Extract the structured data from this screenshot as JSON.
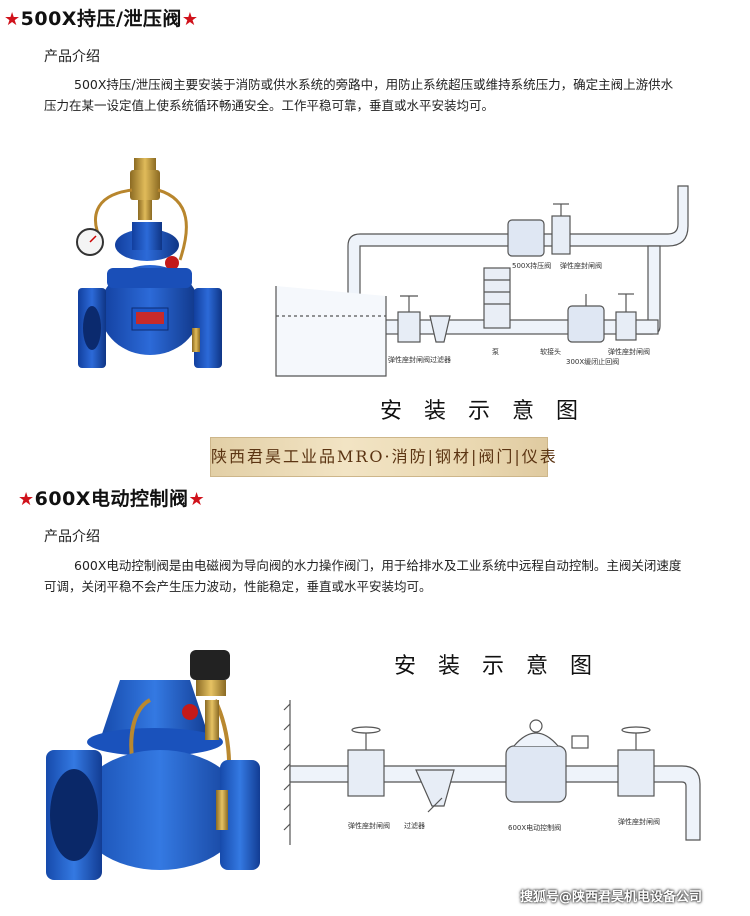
{
  "section1": {
    "star": "★",
    "title": "500X持压/泄压阀",
    "subtitle": "产品介绍",
    "paragraph_line1": "500X持压/泄压阀主要安装于消防或供水系统的旁路中，用防止系统超压或维持系统压力，确定主阀上游供水",
    "paragraph_line2": "压力在某一设定值上使系统循环畅通安全。工作平稳可靠，垂直或水平安装均可。",
    "diagram_caption": "安装示意图",
    "labels": {
      "valve500": "500X持压阀",
      "gate_valve_top": "弹性座封闸阀",
      "gate_valve_left": "弹性座封闸阀",
      "filter": "过滤器",
      "pump": "泵",
      "soft_joint": "软接头",
      "check_valve": "300X缓闭止回阀",
      "gate_valve_right": "弹性座封闸阀"
    }
  },
  "banner": "陕西君昊工业品MRO·消防|钢材|阀门|仪表",
  "section2": {
    "star": "★",
    "title": "600X电动控制阀",
    "subtitle": "产品介绍",
    "paragraph_line1": "600X电动控制阀是由电磁阀为导向阀的水力操作阀门，用于给排水及工业系统中远程自动控制。主阀关闭速度",
    "paragraph_line2": "可调，关闭平稳不会产生压力波动，性能稳定，垂直或水平安装均可。",
    "diagram_caption": "安装示意图",
    "labels": {
      "gate_valve_left": "弹性座封闸阀",
      "filter": "过滤器",
      "control_valve": "600X电动控制阀",
      "gate_valve_right": "弹性座封闸阀"
    }
  },
  "watermark": "搜狐号@陕西君昊机电设备公司"
}
